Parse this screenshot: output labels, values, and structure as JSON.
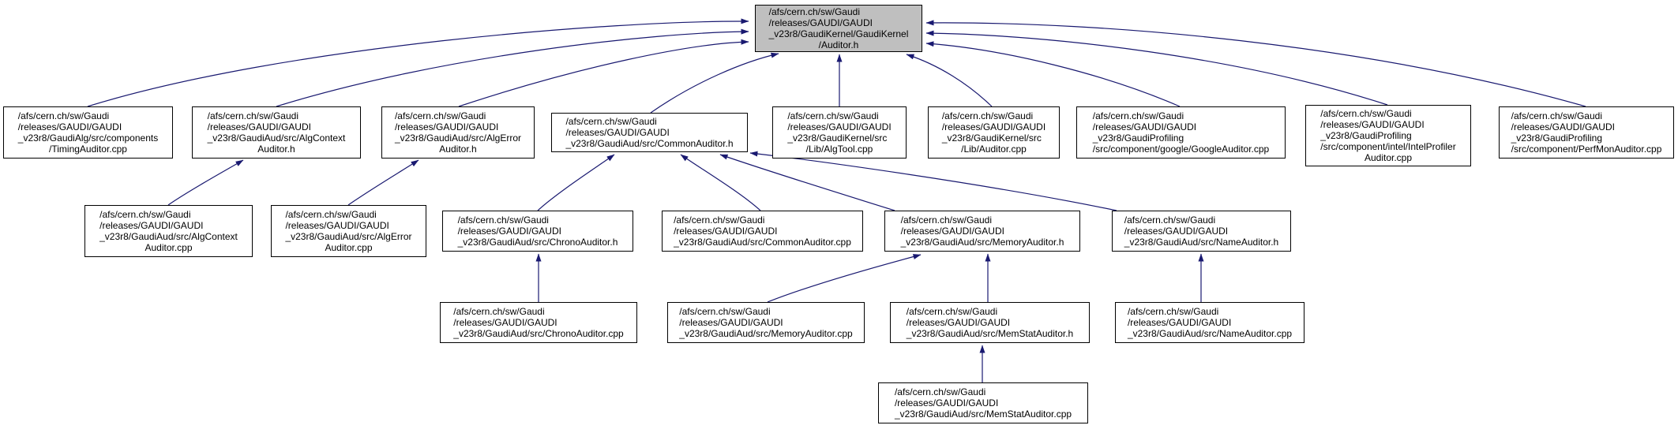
{
  "diagram": {
    "kind": "doxygen-included-by-graph",
    "colors": {
      "edge": "#191970",
      "node_fill": "#ffffff",
      "root_fill": "#bfbfbf",
      "border": "#000000",
      "text": "#000000",
      "background": "#ffffff"
    }
  },
  "nodes": {
    "auditor_h": {
      "label": "/afs/cern.ch/sw/Gaudi\n/releases/GAUDI/GAUDI\n_v23r8/GaudiKernel/GaudiKernel\n/Auditor.h"
    },
    "timing_auditor_cpp": {
      "label": "/afs/cern.ch/sw/Gaudi\n/releases/GAUDI/GAUDI\n_v23r8/GaudiAlg/src/components\n/TimingAuditor.cpp"
    },
    "alg_context_auditor_h": {
      "label": "/afs/cern.ch/sw/Gaudi\n/releases/GAUDI/GAUDI\n_v23r8/GaudiAud/src/AlgContext\nAuditor.h"
    },
    "alg_error_auditor_h": {
      "label": "/afs/cern.ch/sw/Gaudi\n/releases/GAUDI/GAUDI\n_v23r8/GaudiAud/src/AlgError\nAuditor.h"
    },
    "common_auditor_h": {
      "label": "/afs/cern.ch/sw/Gaudi\n/releases/GAUDI/GAUDI\n_v23r8/GaudiAud/src/CommonAuditor.h"
    },
    "alg_tool_cpp": {
      "label": "/afs/cern.ch/sw/Gaudi\n/releases/GAUDI/GAUDI\n_v23r8/GaudiKernel/src\n/Lib/AlgTool.cpp"
    },
    "auditor_cpp": {
      "label": "/afs/cern.ch/sw/Gaudi\n/releases/GAUDI/GAUDI\n_v23r8/GaudiKernel/src\n/Lib/Auditor.cpp"
    },
    "google_auditor_cpp": {
      "label": "/afs/cern.ch/sw/Gaudi\n/releases/GAUDI/GAUDI\n_v23r8/GaudiProfiling\n/src/component/google/GoogleAuditor.cpp"
    },
    "intel_profiler_auditor_cpp": {
      "label": "/afs/cern.ch/sw/Gaudi\n/releases/GAUDI/GAUDI\n_v23r8/GaudiProfiling\n/src/component/intel/IntelProfiler\nAuditor.cpp"
    },
    "perfmon_auditor_cpp": {
      "label": "/afs/cern.ch/sw/Gaudi\n/releases/GAUDI/GAUDI\n_v23r8/GaudiProfiling\n/src/component/PerfMonAuditor.cpp"
    },
    "alg_context_auditor_cpp": {
      "label": "/afs/cern.ch/sw/Gaudi\n/releases/GAUDI/GAUDI\n_v23r8/GaudiAud/src/AlgContext\nAuditor.cpp"
    },
    "alg_error_auditor_cpp": {
      "label": "/afs/cern.ch/sw/Gaudi\n/releases/GAUDI/GAUDI\n_v23r8/GaudiAud/src/AlgError\nAuditor.cpp"
    },
    "chrono_auditor_h": {
      "label": "/afs/cern.ch/sw/Gaudi\n/releases/GAUDI/GAUDI\n_v23r8/GaudiAud/src/ChronoAuditor.h"
    },
    "common_auditor_cpp": {
      "label": "/afs/cern.ch/sw/Gaudi\n/releases/GAUDI/GAUDI\n_v23r8/GaudiAud/src/CommonAuditor.cpp"
    },
    "memory_auditor_h": {
      "label": "/afs/cern.ch/sw/Gaudi\n/releases/GAUDI/GAUDI\n_v23r8/GaudiAud/src/MemoryAuditor.h"
    },
    "name_auditor_h": {
      "label": "/afs/cern.ch/sw/Gaudi\n/releases/GAUDI/GAUDI\n_v23r8/GaudiAud/src/NameAuditor.h"
    },
    "chrono_auditor_cpp": {
      "label": "/afs/cern.ch/sw/Gaudi\n/releases/GAUDI/GAUDI\n_v23r8/GaudiAud/src/ChronoAuditor.cpp"
    },
    "memory_auditor_cpp": {
      "label": "/afs/cern.ch/sw/Gaudi\n/releases/GAUDI/GAUDI\n_v23r8/GaudiAud/src/MemoryAuditor.cpp"
    },
    "mem_stat_auditor_h": {
      "label": "/afs/cern.ch/sw/Gaudi\n/releases/GAUDI/GAUDI\n_v23r8/GaudiAud/src/MemStatAuditor.h"
    },
    "name_auditor_cpp": {
      "label": "/afs/cern.ch/sw/Gaudi\n/releases/GAUDI/GAUDI\n_v23r8/GaudiAud/src/NameAuditor.cpp"
    },
    "mem_stat_auditor_cpp": {
      "label": "/afs/cern.ch/sw/Gaudi\n/releases/GAUDI/GAUDI\n_v23r8/GaudiAud/src/MemStatAuditor.cpp"
    }
  }
}
